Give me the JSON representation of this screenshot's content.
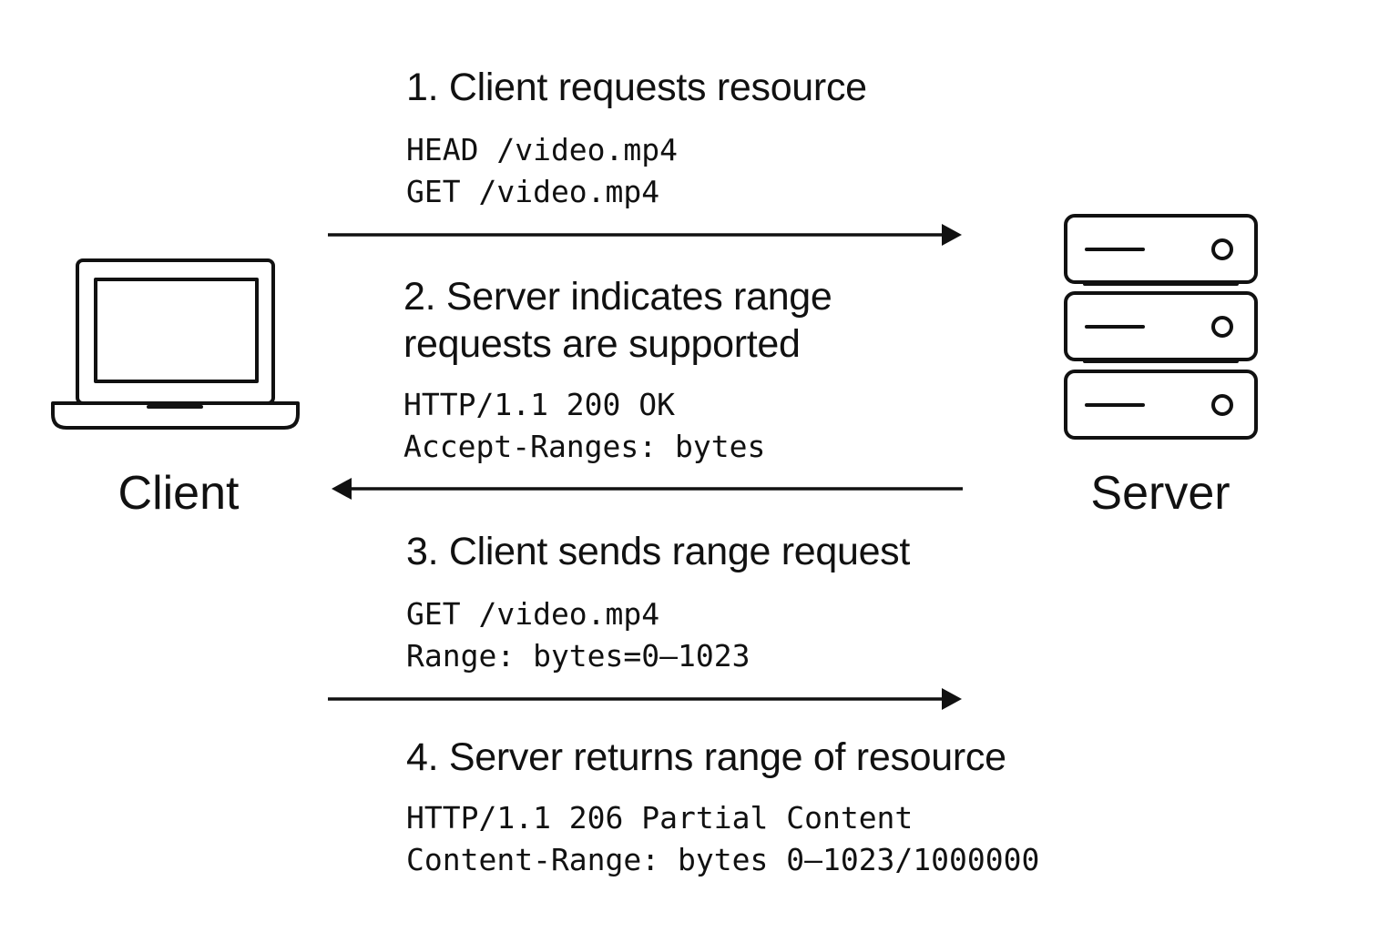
{
  "nodes": {
    "client": {
      "label": "Client",
      "icon": "laptop-icon"
    },
    "server": {
      "label": "Server",
      "icon": "server-rack-icon"
    }
  },
  "steps": [
    {
      "title_lines": [
        "1. Client requests resource"
      ],
      "code_lines": [
        "HEAD /video.mp4",
        "GET /video.mp4"
      ],
      "direction": "client-to-server"
    },
    {
      "title_lines": [
        "2. Server indicates range",
        "requests are supported"
      ],
      "code_lines": [
        "HTTP/1.1 200 OK",
        "Accept-Ranges: bytes"
      ],
      "direction": "server-to-client"
    },
    {
      "title_lines": [
        "3. Client sends range request"
      ],
      "code_lines": [
        "GET /video.mp4",
        "Range: bytes=0–1023"
      ],
      "direction": "client-to-server"
    },
    {
      "title_lines": [
        "4. Server returns range of resource"
      ],
      "code_lines": [
        "HTTP/1.1 206 Partial Content",
        "Content-Range: bytes 0–1023/1000000"
      ],
      "direction": "none"
    }
  ],
  "colors": {
    "ink": "#111111",
    "background": "#ffffff"
  }
}
